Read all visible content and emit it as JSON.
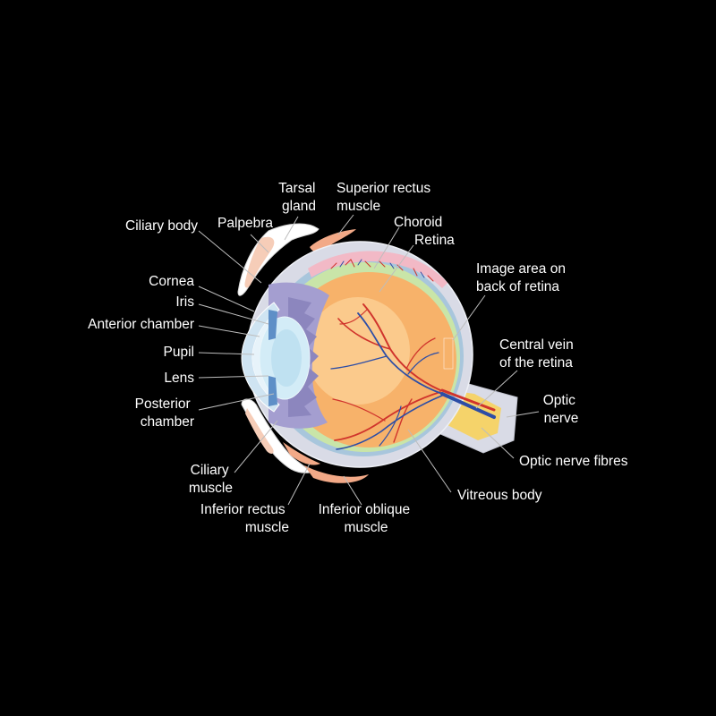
{
  "labels": {
    "tarsal_gland": [
      "Tarsal",
      "gland"
    ],
    "superior_rectus": [
      "Superior rectus",
      "muscle"
    ],
    "ciliary_body": [
      "Ciliary body"
    ],
    "palpebra": [
      "Palpebra"
    ],
    "choroid": [
      "Choroid"
    ],
    "retina": [
      "Retina"
    ],
    "image_area": [
      "Image area on",
      "back of retina"
    ],
    "cornea": [
      "Cornea"
    ],
    "iris": [
      "Iris"
    ],
    "anterior_chamber": [
      "Anterior chamber"
    ],
    "pupil": [
      "Pupil"
    ],
    "lens": [
      "Lens"
    ],
    "central_vein": [
      "Central vein",
      "of the retina"
    ],
    "posterior_chamber": [
      "Posterior",
      "chamber"
    ],
    "optic_nerve": [
      "Optic",
      "nerve"
    ],
    "optic_nerve_fibres": [
      "Optic nerve fibres"
    ],
    "ciliary_muscle": [
      "Ciliary",
      "muscle"
    ],
    "vitreous_body": [
      "Vitreous body"
    ],
    "inferior_rectus": [
      "Inferior rectus",
      "muscle"
    ],
    "inferior_oblique": [
      "Inferior oblique",
      "muscle"
    ]
  },
  "colors": {
    "background": "#000000",
    "sclera": "#d9dbe6",
    "vitreous": "#f7b26a",
    "choroid_band": "#c9e5a8",
    "retina_band": "#a8c6dc",
    "iris": "#a49ed0",
    "lens": "#d3ecf7",
    "muscle": "#f2a987",
    "optic_nerve": "#f5d36a",
    "artery": "#d0342c",
    "vein": "#2c4da6"
  }
}
